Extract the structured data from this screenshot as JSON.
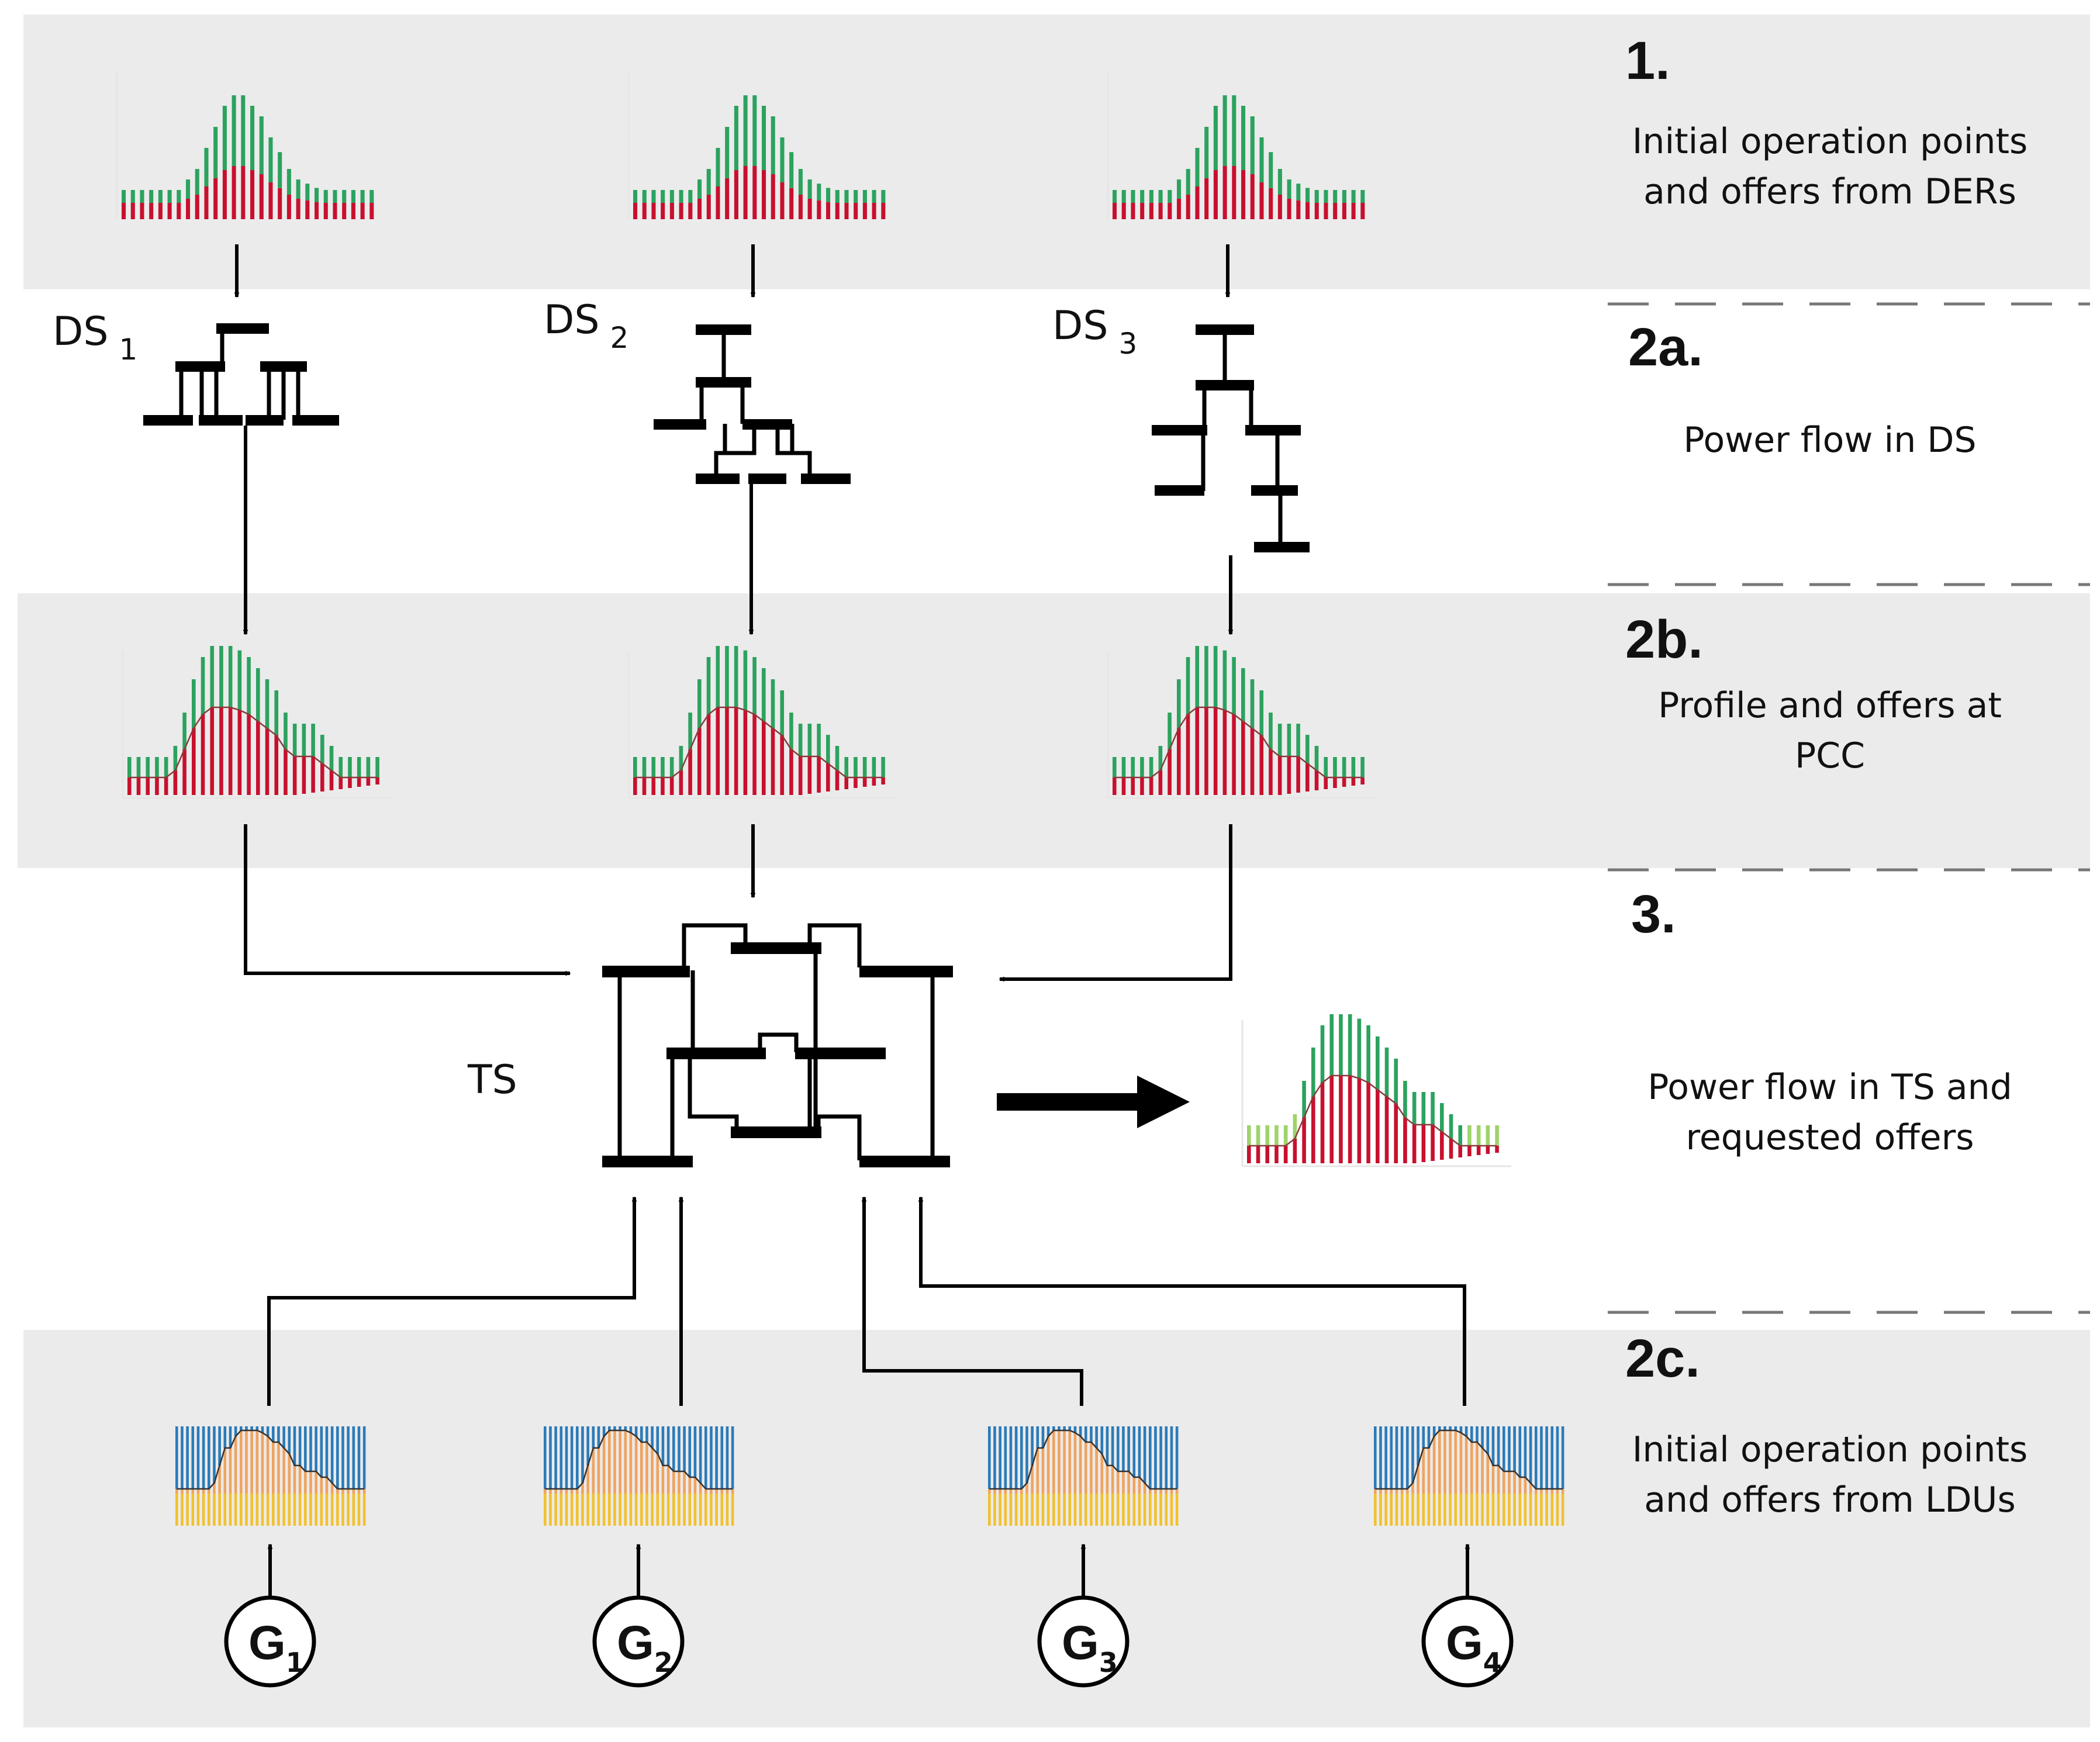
{
  "steps": [
    {
      "number": "1.",
      "description": [
        "Initial operation points",
        "and offers from DERs"
      ]
    },
    {
      "number": "2a.",
      "description": [
        "Power flow in DS"
      ]
    },
    {
      "number": "2b.",
      "description": [
        "Profile and offers at",
        "PCC"
      ]
    },
    {
      "number": "3.",
      "description": [
        "Power flow in TS and",
        "requested offers"
      ]
    },
    {
      "number": "2c.",
      "description": [
        "Initial operation points",
        "and offers from LDUs"
      ]
    }
  ],
  "networks": {
    "distribution": [
      {
        "label": "DS",
        "sub": "1"
      },
      {
        "label": "DS",
        "sub": "2"
      },
      {
        "label": "DS",
        "sub": "3"
      }
    ],
    "transmission": {
      "label": "TS"
    }
  },
  "generators": [
    {
      "letter": "G",
      "sub": "1"
    },
    {
      "letter": "G",
      "sub": "2"
    },
    {
      "letter": "G",
      "sub": "3"
    },
    {
      "letter": "G",
      "sub": "4"
    }
  ],
  "colors": {
    "band": "#ebebeb",
    "offer_up": "#2ca25f",
    "offer_down": "#c8102e",
    "requested_up": "#9ed36a",
    "ldu_upper": "#2b7bb9",
    "ldu_middle": "#f0a35e",
    "ldu_lower": "#f2c12e"
  },
  "chart_data": [
    {
      "type": "bar",
      "role": "DER offers",
      "series": [
        {
          "values": [
            3,
            3,
            3,
            3,
            3,
            3,
            3,
            3.5,
            4,
            5,
            6,
            7,
            7.5,
            7.5,
            7,
            6.5,
            5.5,
            4.8,
            4,
            3.5,
            3.3,
            3.1,
            3,
            3,
            3,
            3,
            3,
            3
          ]
        },
        {
          "values": [
            3,
            3,
            3,
            3,
            3,
            3,
            3,
            3.5,
            4,
            5,
            6,
            7,
            7.5,
            7.5,
            7,
            6.5,
            5.5,
            4.8,
            4,
            3.5,
            3.3,
            3.1,
            3,
            3,
            3,
            3,
            3,
            3
          ]
        }
      ]
    },
    {
      "type": "bar",
      "role": "PCC profile and offers",
      "series": [
        {
          "values": [
            3,
            3,
            3,
            3,
            3,
            3.5,
            5,
            6.5,
            7.5,
            8,
            8,
            8,
            7.8,
            7.5,
            7,
            6.5,
            6,
            5,
            4.5,
            4.5,
            4.5,
            4,
            3.5,
            3,
            3,
            3,
            3,
            3
          ]
        },
        {
          "values": [
            3,
            3,
            3,
            3,
            3,
            3.5,
            5,
            6.5,
            7.5,
            8,
            8,
            8,
            7.8,
            7.5,
            7,
            6.5,
            6,
            5,
            4.5,
            4.5,
            4.5,
            4,
            3.5,
            3,
            3,
            3,
            3,
            3
          ]
        }
      ]
    },
    {
      "type": "bar",
      "role": "requested offers",
      "series": [
        {
          "values": [
            3,
            3,
            3,
            3,
            3,
            3.5,
            5,
            6.5,
            7.5,
            8,
            8,
            8,
            7.8,
            7.5,
            7,
            6.5,
            6,
            5,
            4.5,
            4.5,
            4.5,
            4,
            3.5,
            3,
            3,
            3,
            3,
            3
          ]
        },
        {
          "values": [
            3,
            3,
            3,
            3,
            3,
            3.5,
            5,
            6.5,
            7.5,
            8,
            8,
            8,
            7.8,
            7.5,
            7,
            6.5,
            6,
            5,
            4.5,
            4.5,
            4.5,
            4,
            3.5,
            3,
            3,
            3,
            3,
            3
          ]
        }
      ]
    },
    {
      "type": "bar",
      "role": "LDU offers",
      "series": [
        {
          "values": [
            3,
            3,
            3,
            3,
            3,
            3.5,
            5,
            6.5,
            7.5,
            8,
            8,
            8,
            7.8,
            7.5,
            7,
            6.5,
            6,
            5,
            4.5,
            4.5,
            4.5,
            4,
            3.5,
            3,
            3,
            3,
            3,
            3
          ]
        }
      ]
    }
  ]
}
